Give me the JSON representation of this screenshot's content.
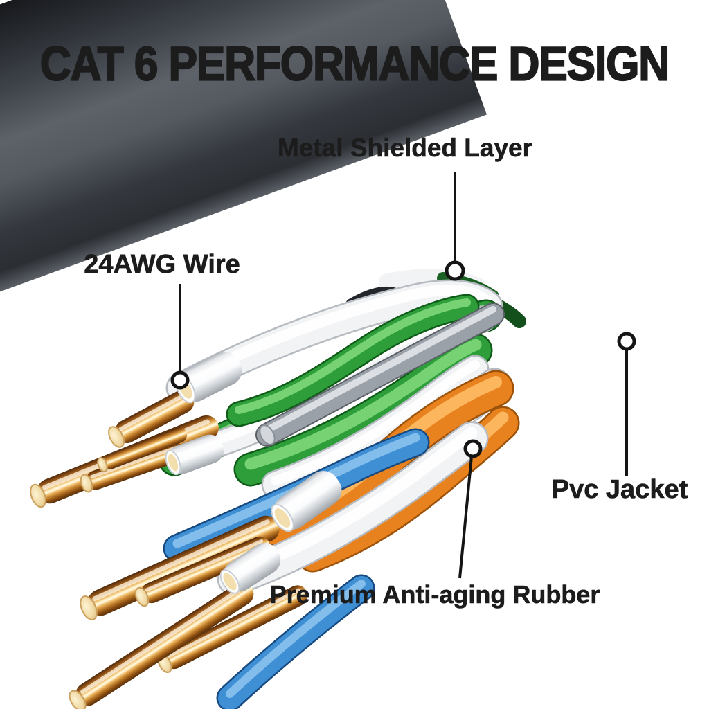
{
  "title": "CAT 6 PERFORMANCE DESIGN",
  "callouts": [
    {
      "id": "metal-shielded-layer",
      "label": "Metal Shielded Layer"
    },
    {
      "id": "24awg-wire",
      "label": "24AWG Wire"
    },
    {
      "id": "pvc-jacket",
      "label": "Pvc Jacket"
    },
    {
      "id": "premium-anti-aging-rubber",
      "label": "Premium Anti-aging Rubber"
    }
  ],
  "materials": {
    "background": "#ffffff",
    "text": "#1c1c1c",
    "leader": "#141414",
    "jacket": "#3c4047",
    "shield": "#d9dde2",
    "copper": "#cf8b3c",
    "copper_tip": "#f0d9a4",
    "green": "#2e9e3a",
    "orange": "#e8821f",
    "blue": "#3f8fd4",
    "white_wire": "#f2f3f5",
    "gray_wire": "#9ba1a8",
    "rubber": "#0b0c0d"
  }
}
